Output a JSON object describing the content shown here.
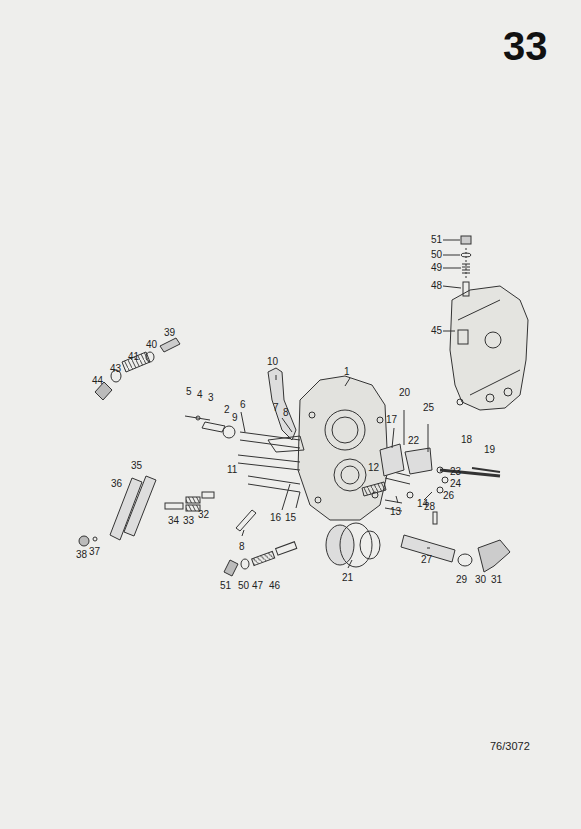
{
  "diagram": {
    "title": "33",
    "caption": "76/3072",
    "labels": [
      "51",
      "50",
      "49",
      "48",
      "45",
      "39",
      "40",
      "41",
      "43",
      "44",
      "10",
      "1",
      "5",
      "4",
      "3",
      "2",
      "6",
      "7",
      "20",
      "25",
      "9",
      "8",
      "17",
      "11",
      "12",
      "22",
      "18",
      "19",
      "23",
      "24",
      "26",
      "14",
      "13",
      "28",
      "36",
      "35",
      "34",
      "33",
      "32",
      "16",
      "15",
      "8",
      "38",
      "37",
      "21",
      "27",
      "29",
      "30",
      "31",
      "51",
      "50",
      "47",
      "46"
    ]
  }
}
